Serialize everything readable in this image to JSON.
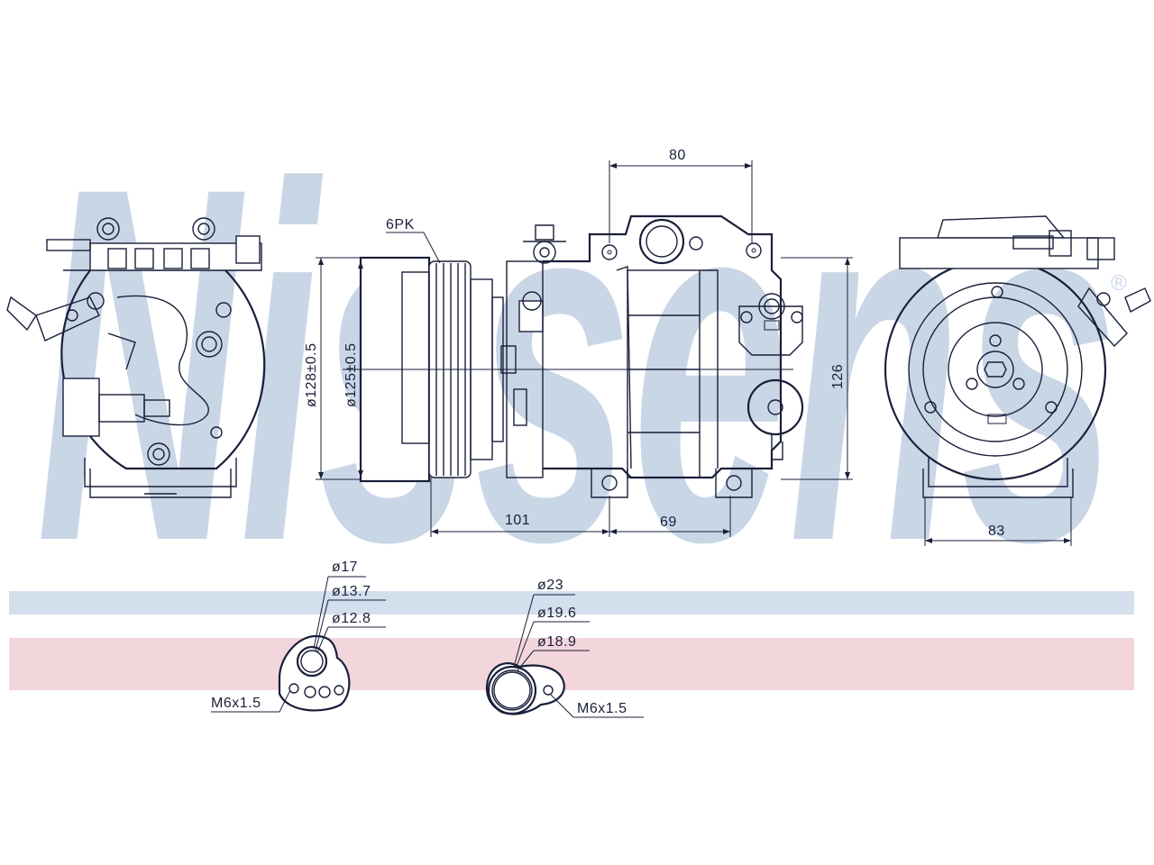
{
  "brand": {
    "watermark": "Nissens",
    "registered_mark": "®",
    "watermark_color": "#c9d6e6",
    "stripe_blue": "#d3dfec",
    "stripe_red": "#f3d6dc",
    "line_color": "#1a1f3a"
  },
  "side_view": {
    "belt_label": "6PK",
    "diameter_outer": "ø128±0.5",
    "diameter_inner": "ø125±0.5",
    "dim_top": "80",
    "dim_height": "126",
    "dim_bottom_left": "101",
    "dim_bottom_right": "69"
  },
  "rear_view": {
    "dim_width": "83"
  },
  "port_suction": {
    "d1": "ø17",
    "d2": "ø13.7",
    "d3": "ø12.8",
    "thread": "M6x1.5"
  },
  "port_discharge": {
    "d1": "ø23",
    "d2": "ø19.6",
    "d3": "ø18.9",
    "thread": "M6x1.5"
  }
}
